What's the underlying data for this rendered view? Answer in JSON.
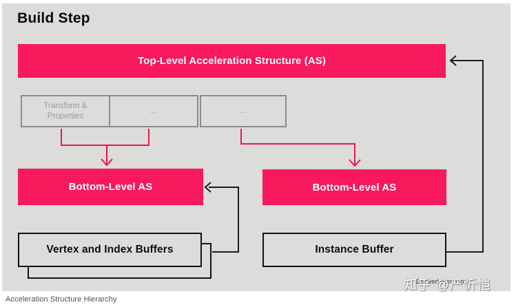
{
  "header": {
    "title": "Build Step"
  },
  "boxes": {
    "top_level_as": "Top-Level Acceleration Structure (AS)",
    "bottom_level_left": "Bottom-Level AS",
    "bottom_level_right": "Bottom-Level AS",
    "vertex_index_buffers": "Vertex and Index Buffers",
    "instance_buffer": "Instance Buffer"
  },
  "instance_cells": {
    "cell1": "Transform & Properties",
    "cell2": "...",
    "cell3": "..."
  },
  "footer": {
    "caption": "Acceleration Structure Hierarchy",
    "attribution": "Derived from Icons",
    "watermark": "知乎 @严忻恺"
  },
  "colors": {
    "accent_pink": "#F7195C",
    "connector_pink": "#EE1453",
    "panel_background": "#DCDCDA",
    "gray_box_border": "#8B8B89",
    "gray_box_text": "#9A9A98",
    "connector_black": "#1A1A1A"
  }
}
